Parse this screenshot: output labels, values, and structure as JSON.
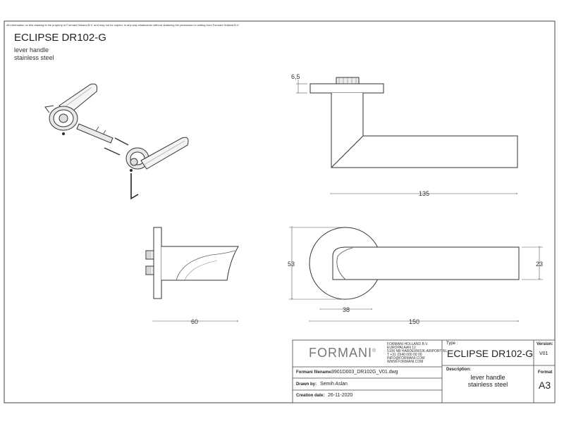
{
  "notice": "All information on this drawing is the property of Formani Holland B.V. and may not be copied, in any way whatsoever without obtaining the permission in writing from Formani Holland B.V.",
  "header": {
    "title": "ECLIPSE DR102-G",
    "subtitle_line1": "lever handle",
    "subtitle_line2": "stainless steel"
  },
  "dimensions": {
    "rose_thickness": "6,5",
    "top_width": "135",
    "side_width": "60",
    "rose_diameter": "53",
    "rose_offset": "38",
    "front_width": "150",
    "lever_height": "23"
  },
  "title_block": {
    "logo": "FORMANI",
    "logo_mark": "®",
    "company_lines": [
      "FORMANI HOLLAND B.V.",
      "EUROPALAAN 12",
      "5106 NB HARDERWIJK-AIRPORT NL",
      "T +31 (0)40 000 00 00",
      "INFO@FORMANI.COM",
      "WWW.FORMANI.COM"
    ],
    "type_label": "Type :",
    "type_value": "ECLIPSE DR102-G",
    "version_label": "Version:",
    "version_value": "V01",
    "filename_label": "Formani filename:",
    "filename_value": "3901D003_DR102G_V01.dwg",
    "drawn_label": "Drawn by:",
    "drawn_value": "Semih Aslan",
    "date_label": "Creation date:",
    "date_value": "26-11-2020",
    "description_label": "Description:",
    "description_line1": "lever handle",
    "description_line2": "stainless steel",
    "format_label": "Format",
    "format_value": "A3"
  }
}
